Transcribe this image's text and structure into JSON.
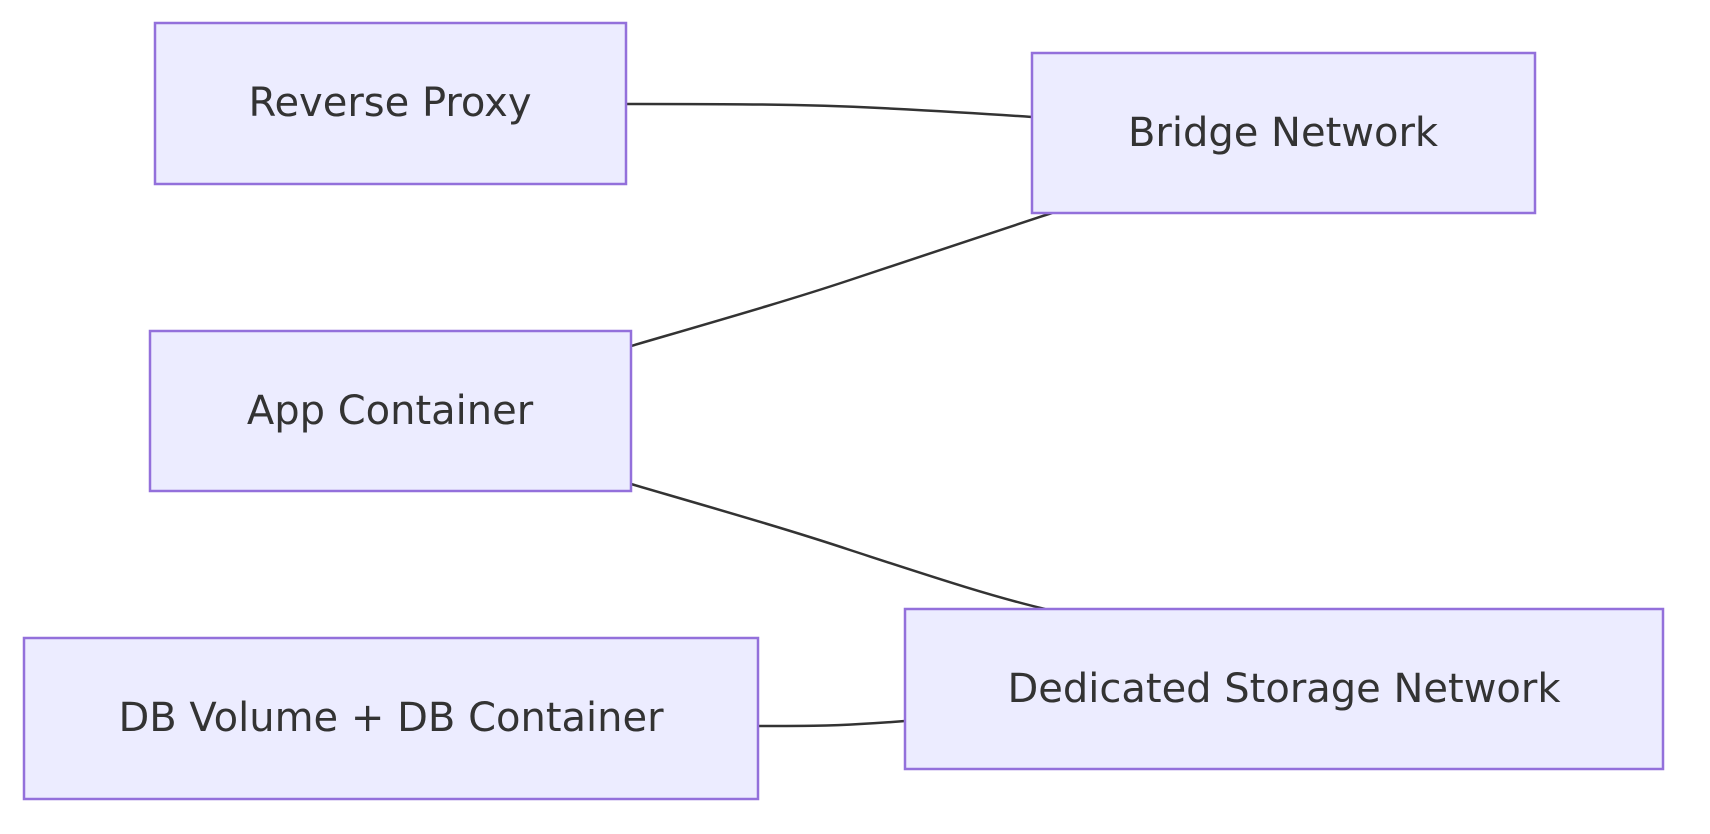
{
  "diagram": {
    "type": "flowchart",
    "colors": {
      "node_fill": "#ECECFF",
      "node_stroke": "#9370DB",
      "text": "#333333",
      "edge": "#333333",
      "background": "#FFFFFF"
    },
    "nodes": [
      {
        "id": "reverse_proxy",
        "label": "Reverse Proxy"
      },
      {
        "id": "bridge_network",
        "label": "Bridge Network"
      },
      {
        "id": "app_container",
        "label": "App Container"
      },
      {
        "id": "db",
        "label": "DB Volume + DB Container"
      },
      {
        "id": "storage_network",
        "label": "Dedicated Storage Network"
      }
    ],
    "edges": [
      {
        "from": "reverse_proxy",
        "to": "bridge_network"
      },
      {
        "from": "app_container",
        "to": "bridge_network"
      },
      {
        "from": "app_container",
        "to": "storage_network"
      },
      {
        "from": "db",
        "to": "storage_network"
      }
    ]
  }
}
